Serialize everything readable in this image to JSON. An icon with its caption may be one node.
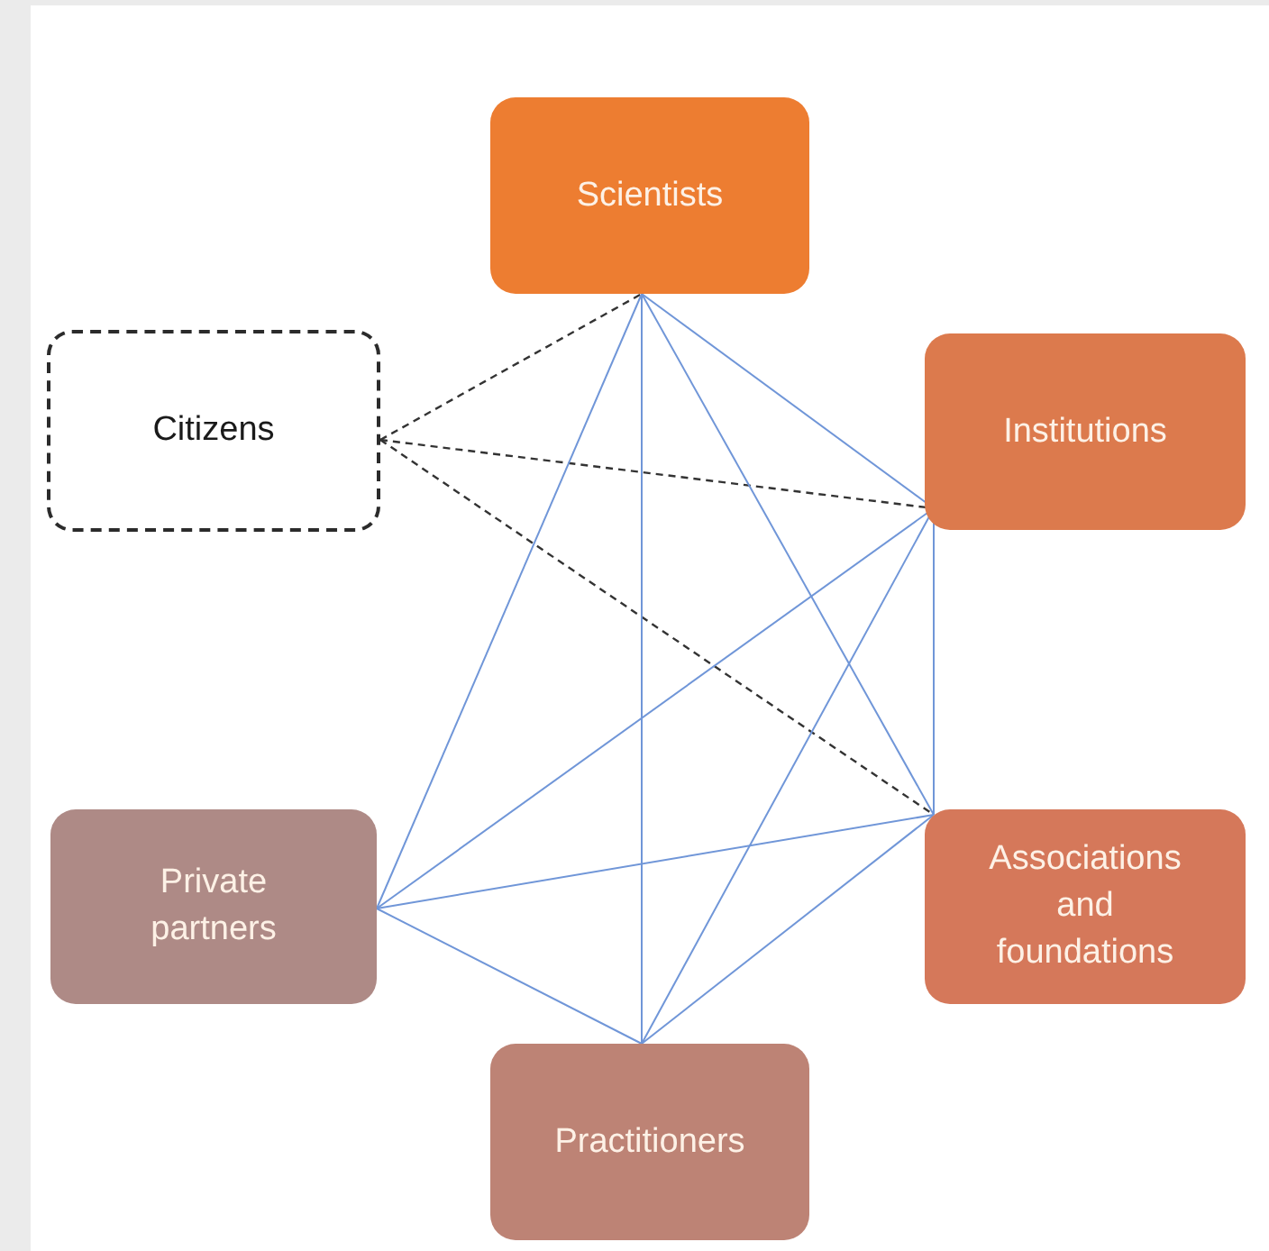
{
  "diagram": {
    "nodes": [
      {
        "text": [
          "Scientists"
        ]
      },
      {
        "text": [
          "Citizens"
        ]
      },
      {
        "text": [
          "Institutions"
        ]
      },
      {
        "text": [
          "Private partners"
        ]
      },
      {
        "text": [
          "Associations and foundations"
        ]
      },
      {
        "text": [
          "Practitioners"
        ]
      }
    ],
    "edges": [
      {
        "from": 1,
        "to": 0,
        "arrow": "none",
        "style": "dashed",
        "color": "#333333"
      },
      {
        "from": 1,
        "to": 2,
        "arrow": "none",
        "style": "dashed",
        "color": "#333333"
      },
      {
        "from": 1,
        "to": 4,
        "arrow": "none",
        "style": "dashed",
        "color": "#333333"
      },
      {
        "from": 0,
        "to": 3,
        "arrow": "none"
      },
      {
        "from": 0,
        "to": 5,
        "arrow": "none"
      },
      {
        "from": 0,
        "to": 2,
        "arrow": "none"
      },
      {
        "from": 0,
        "to": 4,
        "arrow": "none"
      },
      {
        "from": 2,
        "to": 3,
        "arrow": "none"
      },
      {
        "from": 2,
        "to": 5,
        "arrow": "none"
      },
      {
        "from": 2,
        "to": 4,
        "arrow": "none"
      },
      {
        "from": 3,
        "to": 4,
        "arrow": "none"
      },
      {
        "from": 3,
        "to": 5,
        "arrow": "none"
      },
      {
        "from": 4,
        "to": 5,
        "arrow": "none"
      }
    ]
  }
}
